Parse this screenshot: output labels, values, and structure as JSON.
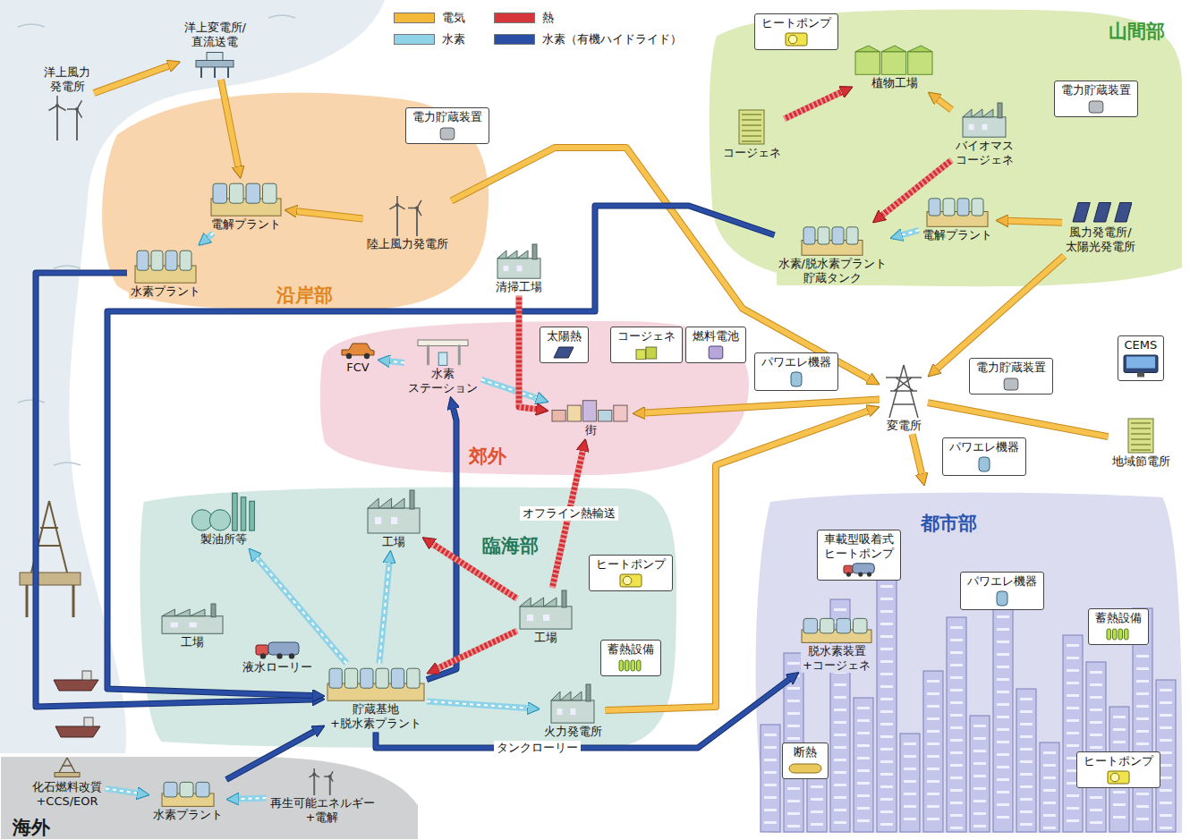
{
  "diagram": {
    "nodes": [
      {
        "text": [
          "洋上変電所/ 直流送電"
        ]
      },
      {
        "text": [
          "洋上風力 発電所"
        ]
      },
      {
        "text": [
          "沿岸部"
        ]
      },
      {
        "text": [
          "電力貯蔵装置"
        ],
        "in": 2
      },
      {
        "text": [
          "電解プラント"
        ],
        "in": 2
      },
      {
        "text": [
          "陸上風力発電所"
        ],
        "in": 2
      },
      {
        "text": [
          "水素プラント"
        ],
        "in": 2
      },
      {
        "text": [
          "山間部"
        ]
      },
      {
        "text": [
          "ヒートポンプ"
        ],
        "in": 7
      },
      {
        "text": [
          "植物工場"
        ],
        "in": 7
      },
      {
        "text": [
          "コージェネ"
        ],
        "in": 7
      },
      {
        "text": [
          "バイオマス コージェネ"
        ],
        "in": 7
      },
      {
        "text": [
          "電力貯蔵装置"
        ],
        "in": 7
      },
      {
        "text": [
          "電解プラント"
        ],
        "in": 7
      },
      {
        "text": [
          "水素/脱水素プラント 貯蔵タンク"
        ],
        "in": 7
      },
      {
        "text": [
          "風力発電所/ 太陽光発電所"
        ],
        "in": 7
      },
      {
        "text": [
          "清掃工場"
        ]
      },
      {
        "text": [
          "郊外"
        ]
      },
      {
        "text": [
          "FCV"
        ],
        "in": 17
      },
      {
        "text": [
          "水素 ステーション"
        ],
        "in": 17
      },
      {
        "text": [
          "太陽熱"
        ],
        "in": 17
      },
      {
        "text": [
          "コージェネ"
        ],
        "in": 17
      },
      {
        "text": [
          "燃料電池"
        ],
        "in": 17
      },
      {
        "text": [
          "街"
        ],
        "in": 17
      },
      {
        "text": [
          "パワエレ機器"
        ]
      },
      {
        "text": [
          "変電所"
        ]
      },
      {
        "text": [
          "電力貯蔵装置"
        ]
      },
      {
        "text": [
          "パワエレ機器"
        ]
      },
      {
        "text": [
          "CEMS"
        ]
      },
      {
        "text": [
          "地域節電所"
        ]
      },
      {
        "text": [
          "臨海部"
        ]
      },
      {
        "text": [
          "製油所等"
        ],
        "in": 30
      },
      {
        "text": [
          "工場"
        ],
        "in": 30
      },
      {
        "text": [
          "工場"
        ],
        "in": 30
      },
      {
        "text": [
          "ヒートポンプ"
        ],
        "in": 30
      },
      {
        "text": [
          "工場"
        ],
        "in": 30
      },
      {
        "text": [
          "蓄熱設備"
        ],
        "in": 30
      },
      {
        "text": [
          "液水ローリー"
        ],
        "in": 30
      },
      {
        "text": [
          "貯蔵基地 +脱水素プラント"
        ],
        "in": 30
      },
      {
        "text": [
          "火力発電所"
        ],
        "in": 30
      },
      {
        "text": [
          "都市部"
        ]
      },
      {
        "text": [
          "車載型吸着式 ヒートポンプ"
        ],
        "in": 40
      },
      {
        "text": [
          "パワエレ機器"
        ],
        "in": 40
      },
      {
        "text": [
          "脱水素装置 +コージェネ"
        ],
        "in": 40
      },
      {
        "text": [
          "蓄熱設備"
        ],
        "in": 40
      },
      {
        "text": [
          "断熱"
        ],
        "in": 40
      },
      {
        "text": [
          "ヒートポンプ"
        ],
        "in": 40
      },
      {
        "text": [
          "海外"
        ]
      },
      {
        "text": [
          "化石燃料改質 +CCS/EOR"
        ],
        "in": 47
      },
      {
        "text": [
          "水素プラント"
        ],
        "in": 47
      },
      {
        "text": [
          "再生可能エネルギー +電解"
        ],
        "in": 47
      }
    ],
    "edges": [
      {
        "from": 1,
        "to": 0,
        "arrow": "to"
      },
      {
        "from": 0,
        "to": 4,
        "arrow": "to"
      },
      {
        "from": 5,
        "to": 4,
        "arrow": "to"
      },
      {
        "from": 4,
        "to": 6,
        "arrow": "to"
      },
      {
        "from": 6,
        "to": 38,
        "arrow": "to"
      },
      {
        "from": 5,
        "to": 25,
        "arrow": "to"
      },
      {
        "from": 15,
        "to": 13,
        "arrow": "to"
      },
      {
        "from": 13,
        "to": 14,
        "arrow": "to"
      },
      {
        "from": 10,
        "to": 9,
        "arrow": "to"
      },
      {
        "from": 11,
        "to": 14,
        "arrow": "to"
      },
      {
        "from": 11,
        "to": 9,
        "arrow": "to"
      },
      {
        "from": 15,
        "to": 25,
        "arrow": "to"
      },
      {
        "from": 14,
        "to": 38,
        "arrow": "to"
      },
      {
        "from": 49,
        "to": 38,
        "arrow": "to"
      },
      {
        "from": 48,
        "to": 49,
        "arrow": "to"
      },
      {
        "from": 50,
        "to": 49,
        "arrow": "to"
      },
      {
        "from": 38,
        "to": 31,
        "arrow": "to"
      },
      {
        "from": 38,
        "to": 32,
        "arrow": "to"
      },
      {
        "from": 38,
        "to": 39,
        "arrow": "to"
      },
      {
        "from": 38,
        "to": 19,
        "arrow": "to"
      },
      {
        "from": 19,
        "to": 18,
        "arrow": "to"
      },
      {
        "from": 19,
        "to": 23,
        "arrow": "to"
      },
      {
        "from": 16,
        "to": 23,
        "arrow": "to"
      },
      {
        "from": 35,
        "to": 23,
        "arrow": "to",
        "label": "オフライン熱輸送"
      },
      {
        "from": 35,
        "to": 32,
        "arrow": "to"
      },
      {
        "from": 35,
        "to": 38,
        "arrow": "to"
      },
      {
        "from": 39,
        "to": 25,
        "arrow": "to"
      },
      {
        "from": 25,
        "to": 23,
        "arrow": "to"
      },
      {
        "from": 25,
        "to": 40,
        "arrow": "to"
      },
      {
        "from": 29,
        "to": 25,
        "arrow": "none"
      },
      {
        "from": 38,
        "to": 43,
        "arrow": "to",
        "label": "タンクローリー"
      }
    ],
    "legend": [
      {
        "text": "電気",
        "color": "#f5b93a"
      },
      {
        "text": "熱",
        "color": "#d6353a"
      },
      {
        "text": "水素",
        "color": "#8fd3e8"
      },
      {
        "text": "水素（有機ハイドライド）",
        "color": "#2a4ea6"
      }
    ]
  }
}
